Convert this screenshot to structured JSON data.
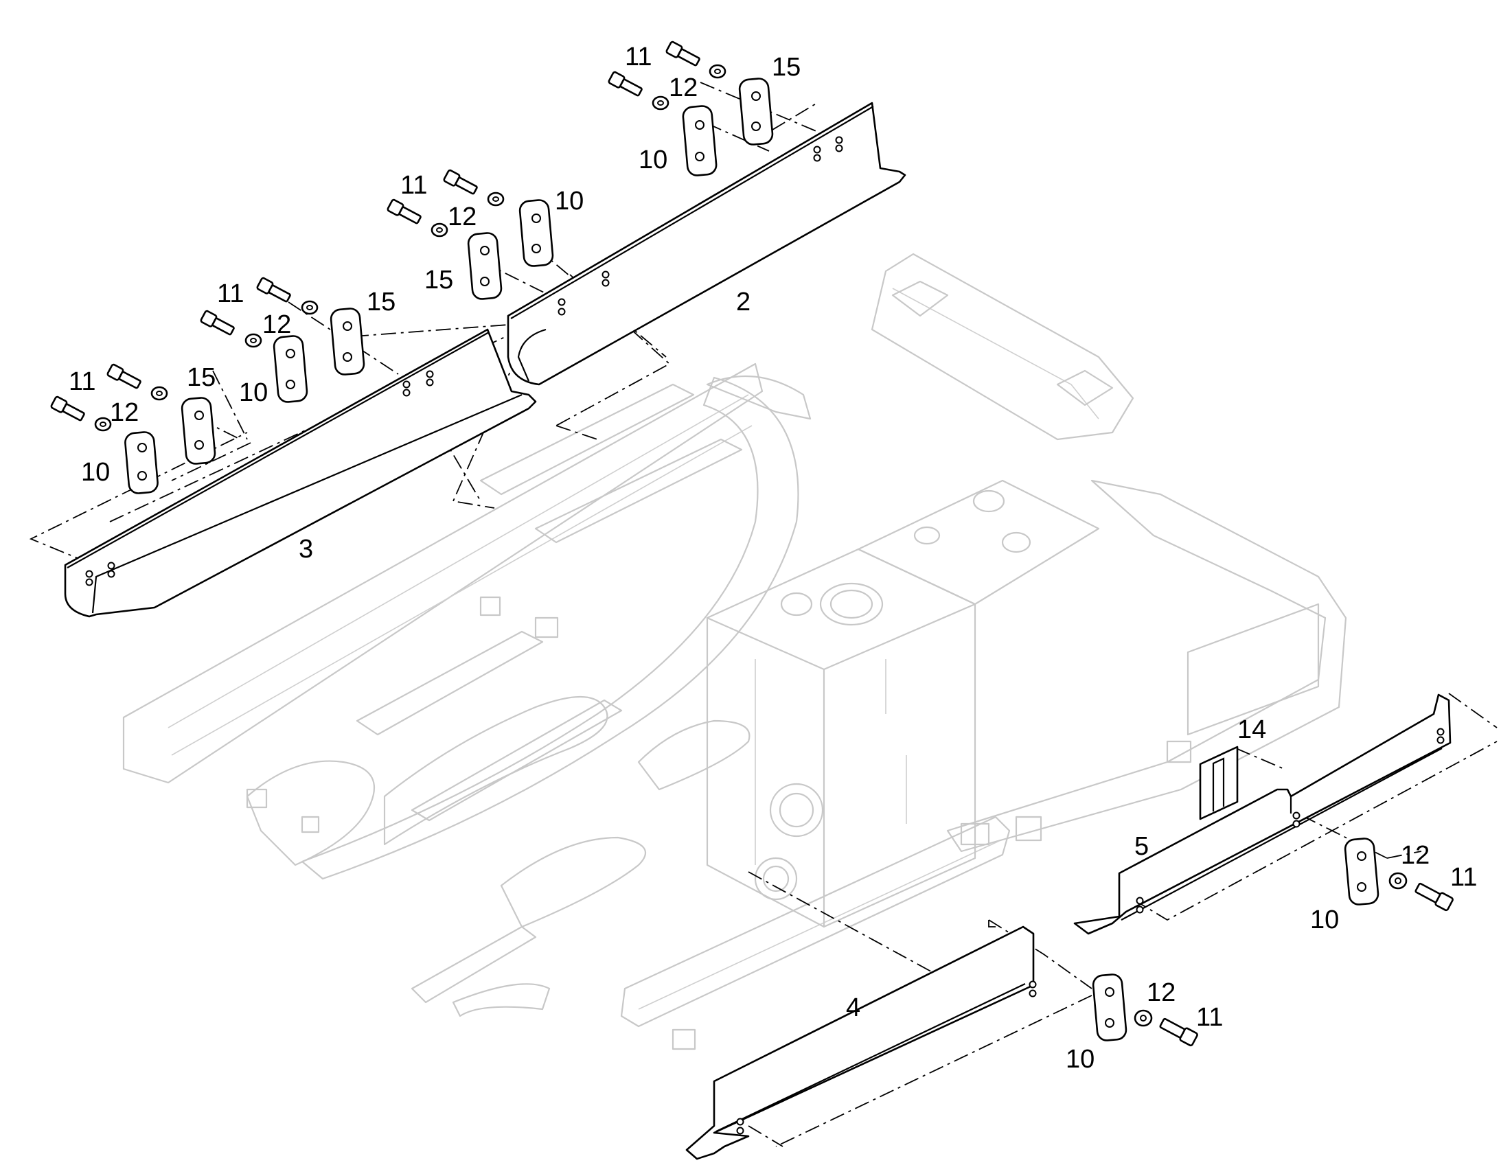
{
  "callouts": {
    "c2": "2",
    "c3": "3",
    "c4": "4",
    "c5": "5",
    "c14": "14",
    "c10": "10",
    "c11": "11",
    "c12": "12",
    "c15": "15"
  }
}
